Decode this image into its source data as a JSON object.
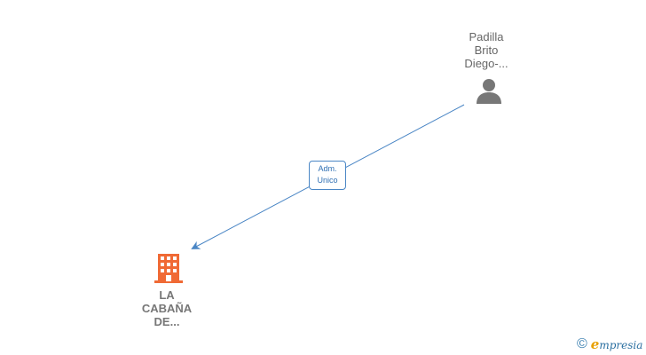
{
  "diagram": {
    "person": {
      "name_lines": [
        "Padilla",
        "Brito",
        "Diego-..."
      ],
      "icon": "person-icon",
      "color": "#777777"
    },
    "company": {
      "name_lines": [
        "LA",
        "CABAÑA",
        "DE..."
      ],
      "icon": "building-icon",
      "color": "#f06a35"
    },
    "edge": {
      "label_lines": [
        "Adm.",
        "Unico"
      ],
      "color": "#4a86c5"
    }
  },
  "footer": {
    "copyright_symbol": "©",
    "brand_initial": "e",
    "brand_rest": "mpresia"
  }
}
